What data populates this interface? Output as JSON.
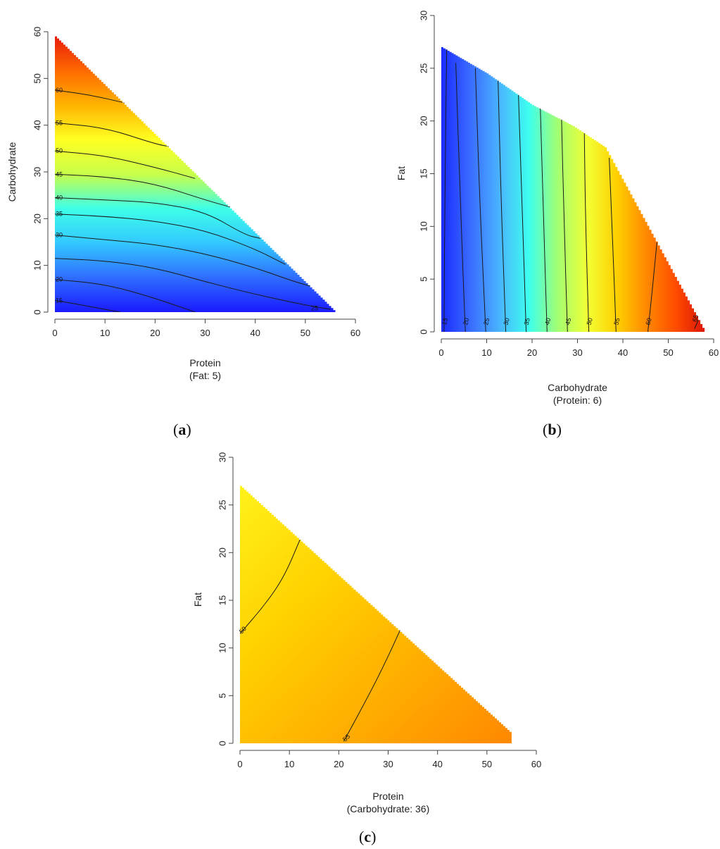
{
  "chart_data": [
    {
      "type": "heatmap",
      "panel": "a",
      "caption": "a",
      "xlabel": "Protein",
      "xlabel_sub": "(Fat: 5)",
      "ylabel": "Carbohydrate",
      "xlim": [
        0,
        60
      ],
      "ylim": [
        0,
        60
      ],
      "xticks": [
        0,
        10,
        20,
        30,
        40,
        50,
        60
      ],
      "yticks": [
        0,
        10,
        20,
        30,
        40,
        50,
        60
      ],
      "boundary": [
        [
          0,
          59
        ],
        [
          56,
          0
        ]
      ],
      "colorscale": [
        "#1a1aff",
        "#2f6dff",
        "#33c8ff",
        "#3dffe8",
        "#c8ff4a",
        "#ffff22",
        "#ffb400",
        "#ff6a00",
        "#e81b0b"
      ],
      "value_range": [
        12,
        68
      ],
      "contours": [
        {
          "level": "15",
          "points": [
            [
              0,
              2.5
            ],
            [
              5,
              1.6
            ],
            [
              10,
              0.6
            ],
            [
              13,
              0
            ]
          ]
        },
        {
          "level": "20",
          "points": [
            [
              0,
              7
            ],
            [
              10,
              6
            ],
            [
              20,
              3
            ],
            [
              28,
              0
            ]
          ]
        },
        {
          "level": "25",
          "points": [
            [
              0,
              11.5
            ],
            [
              10,
              11
            ],
            [
              20,
              9.5
            ],
            [
              30,
              6.5
            ],
            [
              40,
              3.8
            ],
            [
              50,
              1.5
            ],
            [
              55,
              0.6
            ]
          ],
          "label_at": [
            51,
            0.8
          ]
        },
        {
          "level": "30",
          "points": [
            [
              0,
              16.5
            ],
            [
              10,
              15.5
            ],
            [
              20,
              14.5
            ],
            [
              30,
              12.5
            ],
            [
              40,
              9.5
            ],
            [
              47,
              6.8
            ],
            [
              51.5,
              5.4
            ]
          ]
        },
        {
          "level": "35",
          "points": [
            [
              0,
              21
            ],
            [
              10,
              20.5
            ],
            [
              20,
              19.5
            ],
            [
              30,
              17.5
            ],
            [
              40,
              13.5
            ],
            [
              46,
              10.2
            ]
          ]
        },
        {
          "level": "40",
          "points": [
            [
              0,
              24.5
            ],
            [
              10,
              24
            ],
            [
              20,
              23.5
            ],
            [
              30,
              21.5
            ],
            [
              38,
              16.5
            ],
            [
              41,
              15.8
            ]
          ]
        },
        {
          "level": "45",
          "points": [
            [
              0,
              29.5
            ],
            [
              10,
              29
            ],
            [
              20,
              27.5
            ],
            [
              30,
              24
            ],
            [
              35,
              22.5
            ]
          ]
        },
        {
          "level": "50",
          "points": [
            [
              0,
              34.5
            ],
            [
              10,
              33.5
            ],
            [
              20,
              31
            ],
            [
              28,
              28.6
            ]
          ]
        },
        {
          "level": "55",
          "points": [
            [
              0,
              40.5
            ],
            [
              10,
              39.5
            ],
            [
              20,
              36
            ],
            [
              23,
              35.4
            ]
          ]
        },
        {
          "level": "60",
          "points": [
            [
              0,
              47.5
            ],
            [
              7,
              46.5
            ],
            [
              15,
              44.5
            ]
          ]
        }
      ]
    },
    {
      "type": "heatmap",
      "panel": "b",
      "caption": "b",
      "xlabel": "Carbohydrate",
      "xlabel_sub": "(Protein: 6)",
      "ylabel": "Fat",
      "xlim": [
        0,
        60
      ],
      "ylim": [
        0,
        30
      ],
      "xticks": [
        0,
        10,
        20,
        30,
        40,
        50,
        60
      ],
      "yticks": [
        0,
        5,
        10,
        15,
        20,
        25,
        30
      ],
      "boundary": [
        [
          0,
          27
        ],
        [
          10,
          24.5
        ],
        [
          20,
          21.5
        ],
        [
          29,
          19.5
        ],
        [
          36,
          17.5
        ],
        [
          58,
          0
        ]
      ],
      "colorscale": [
        "#1a2bff",
        "#3a6cff",
        "#49b5ff",
        "#3dffee",
        "#a5ff70",
        "#f2ff33",
        "#ffcf00",
        "#ff8a00",
        "#ff4c00",
        "#dd1507"
      ],
      "value_range": [
        12,
        68
      ],
      "contours": [
        {
          "level": "15",
          "points": [
            [
              1.2,
              27
            ],
            [
              0.8,
              15
            ],
            [
              0.6,
              0
            ]
          ]
        },
        {
          "level": "20",
          "points": [
            [
              3.2,
              25.5
            ],
            [
              4.2,
              12
            ],
            [
              5.3,
              0
            ]
          ]
        },
        {
          "level": "25",
          "points": [
            [
              7.5,
              25
            ],
            [
              8.5,
              12
            ],
            [
              9.8,
              0
            ]
          ]
        },
        {
          "level": "30",
          "points": [
            [
              12.5,
              24
            ],
            [
              13.2,
              12
            ],
            [
              14.2,
              0
            ]
          ]
        },
        {
          "level": "35",
          "points": [
            [
              17,
              22.5
            ],
            [
              17.8,
              12
            ],
            [
              18.7,
              0
            ]
          ]
        },
        {
          "level": "40",
          "points": [
            [
              21.8,
              21.5
            ],
            [
              22.5,
              11
            ],
            [
              23.3,
              0
            ]
          ]
        },
        {
          "level": "45",
          "points": [
            [
              26.5,
              20.2
            ],
            [
              27,
              11
            ],
            [
              27.8,
              0
            ]
          ]
        },
        {
          "level": "50",
          "points": [
            [
              31.5,
              19
            ],
            [
              31.8,
              10
            ],
            [
              32.5,
              0
            ]
          ]
        },
        {
          "level": "55",
          "points": [
            [
              37,
              16.5
            ],
            [
              37.8,
              8
            ],
            [
              38.5,
              0
            ]
          ]
        },
        {
          "level": "60",
          "points": [
            [
              47.5,
              8.5
            ],
            [
              46.5,
              4
            ],
            [
              45.5,
              0
            ]
          ]
        },
        {
          "level": "65",
          "points": [
            [
              57,
              1.5
            ],
            [
              55.8,
              0.3
            ]
          ]
        }
      ]
    },
    {
      "type": "heatmap",
      "panel": "c",
      "caption": "c",
      "xlabel": "Protein",
      "xlabel_sub": "(Carbohydrate: 36)",
      "ylabel": "Fat",
      "xlim": [
        0,
        60
      ],
      "ylim": [
        0,
        30
      ],
      "xticks": [
        0,
        10,
        20,
        30,
        40,
        50,
        60
      ],
      "yticks": [
        0,
        5,
        10,
        15,
        20,
        25,
        30
      ],
      "boundary": [
        [
          0,
          27
        ],
        [
          55,
          1
        ]
      ],
      "colorscale": [
        "#fff21a",
        "#ffd200",
        "#ffae00",
        "#ff8800"
      ],
      "value_range": [
        48,
        60
      ],
      "contours": [
        {
          "level": "50",
          "points": [
            [
              0,
              11.5
            ],
            [
              5,
              14.5
            ],
            [
              9,
              17.5
            ],
            [
              12.5,
              21.8
            ]
          ]
        },
        {
          "level": "55",
          "points": [
            [
              21,
              0.2
            ],
            [
              25,
              4
            ],
            [
              29,
              8
            ],
            [
              33,
              12.5
            ]
          ]
        }
      ]
    }
  ]
}
